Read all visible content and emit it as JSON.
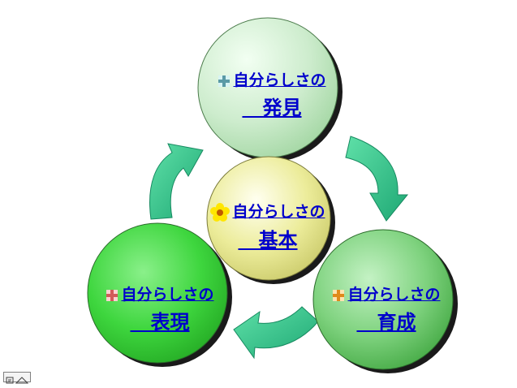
{
  "colors": {
    "link": "#0000cc",
    "arrow": "#2ec08a",
    "arrow_dark": "#168a60",
    "top_circle": "#cdeccd",
    "left_circle": "#3ed63e",
    "right_circle": "#7ed27e",
    "center_circle": "#ecec9a"
  },
  "nodes": {
    "top": {
      "line1": "自分らしさの",
      "line2": "   発見",
      "icon": "pale-blue-plus-icon"
    },
    "center": {
      "line1": "自分らしさの",
      "line2": "   基本",
      "icon": "yellow-flower-icon"
    },
    "left": {
      "line1": "自分らしさの",
      "line2": "   表現",
      "icon": "pink-plus-icon"
    },
    "right": {
      "line1": "自分らしさの",
      "line2": "   育成",
      "icon": "orange-plus-icon"
    }
  },
  "footer": {
    "icon": "slide-navigation-icon"
  }
}
